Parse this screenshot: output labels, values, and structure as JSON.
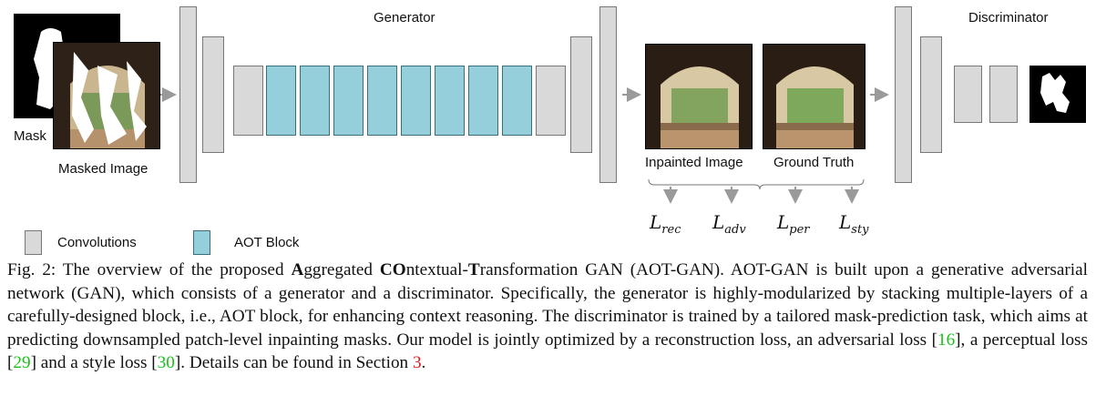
{
  "labels": {
    "generator": "Generator",
    "discriminator": "Discriminator",
    "mask": "Mask",
    "masked_image": "Masked Image",
    "inpainted_image": "Inpainted Image",
    "ground_truth": "Ground Truth"
  },
  "losses": {
    "rec": {
      "base": "L",
      "sub": "rec"
    },
    "adv": {
      "base": "L",
      "sub": "adv"
    },
    "per": {
      "base": "L",
      "sub": "per"
    },
    "sty": {
      "base": "L",
      "sub": "sty"
    }
  },
  "legend": {
    "convolutions": "Convolutions",
    "aot_block": "AOT Block"
  },
  "caption": {
    "fig": "Fig. 2:",
    "t1": " The overview of the proposed ",
    "A": "A",
    "t2": "ggregated ",
    "CO": "CO",
    "t3": "ntextual-",
    "T": "T",
    "t4": "ransformation GAN (AOT-GAN). AOT-GAN is built upon a generative adversarial network (GAN), which consists of a generator and a discriminator. Specifically, the generator is highly-modularized by stacking multiple-layers of a carefully-designed block, i.e., AOT block, for enhancing context reasoning. The discriminator is trained by a tailored mask-prediction task, which aims at predicting downsampled patch-level inpainting masks. Our model is jointly optimized by a reconstruction loss, an adversarial loss [",
    "c1": "16",
    "t5": "], a perceptual loss [",
    "c2": "29",
    "t6": "] and a style loss [",
    "c3": "30",
    "t7": "]. Details can be found in Section ",
    "sec": "3",
    "t8": "."
  },
  "colors": {
    "conv_fill": "#d9d9d9",
    "aot_fill": "#94cfdb",
    "arrow": "#9a9a9a",
    "citation": "#17c217",
    "section_ref": "#e01b1b"
  }
}
